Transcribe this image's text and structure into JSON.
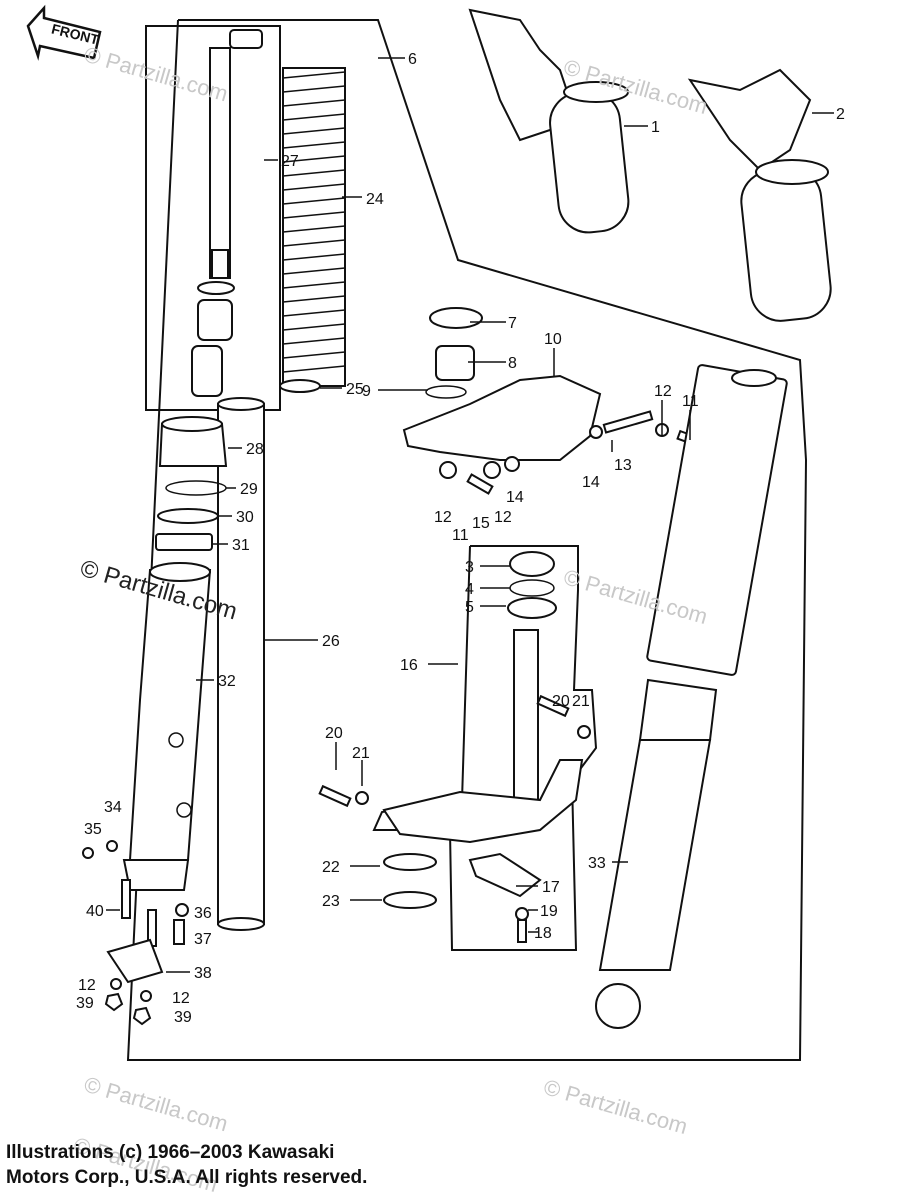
{
  "front_label": "FRONT",
  "watermarks": [
    "© Partzilla.com",
    "© Partzilla.com",
    "© Partzilla.com",
    "© Partzilla.com",
    "© Partzilla.com",
    "© Partzilla.com"
  ],
  "main_watermark": "© Partzilla.com",
  "callouts": [
    "1",
    "2",
    "3",
    "4",
    "5",
    "6",
    "7",
    "8",
    "9",
    "10",
    "11",
    "11",
    "12",
    "12",
    "12",
    "12",
    "12",
    "13",
    "14",
    "14",
    "15",
    "16",
    "17",
    "18",
    "19",
    "20",
    "20",
    "21",
    "21",
    "22",
    "23",
    "24",
    "25",
    "26",
    "27",
    "28",
    "29",
    "30",
    "31",
    "32",
    "33",
    "34",
    "35",
    "36",
    "37",
    "38",
    "39",
    "39",
    "40"
  ],
  "copyright": {
    "line1": "Illustrations (c) 1966–2003 Kawasaki",
    "line2": "Motors Corp., U.S.A.  All rights reserved."
  }
}
